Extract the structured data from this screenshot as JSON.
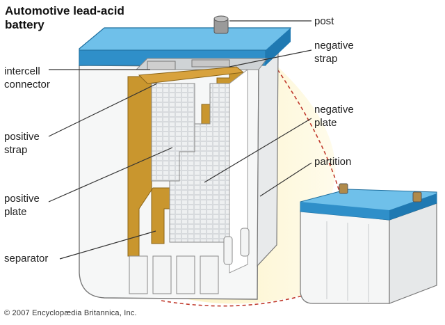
{
  "title": "Automotive lead-acid\nbattery",
  "labels": {
    "post": "post",
    "negative_strap": "negative\nstrap",
    "intercell_connector": "intercell\nconnector",
    "positive_strap": "positive\nstrap",
    "negative_plate": "negative\nplate",
    "partition": "partition",
    "positive_plate": "positive\nplate",
    "separator": "separator"
  },
  "copyright": "© 2007 Encyclopædia Britannica, Inc.",
  "colors": {
    "lid": "#2f8fc9",
    "lid_top": "#6fc0ea",
    "separator": "#c9962e",
    "plate": "#d6d9dc",
    "glow": "#fbf3c9",
    "dash": "#c0392b"
  }
}
